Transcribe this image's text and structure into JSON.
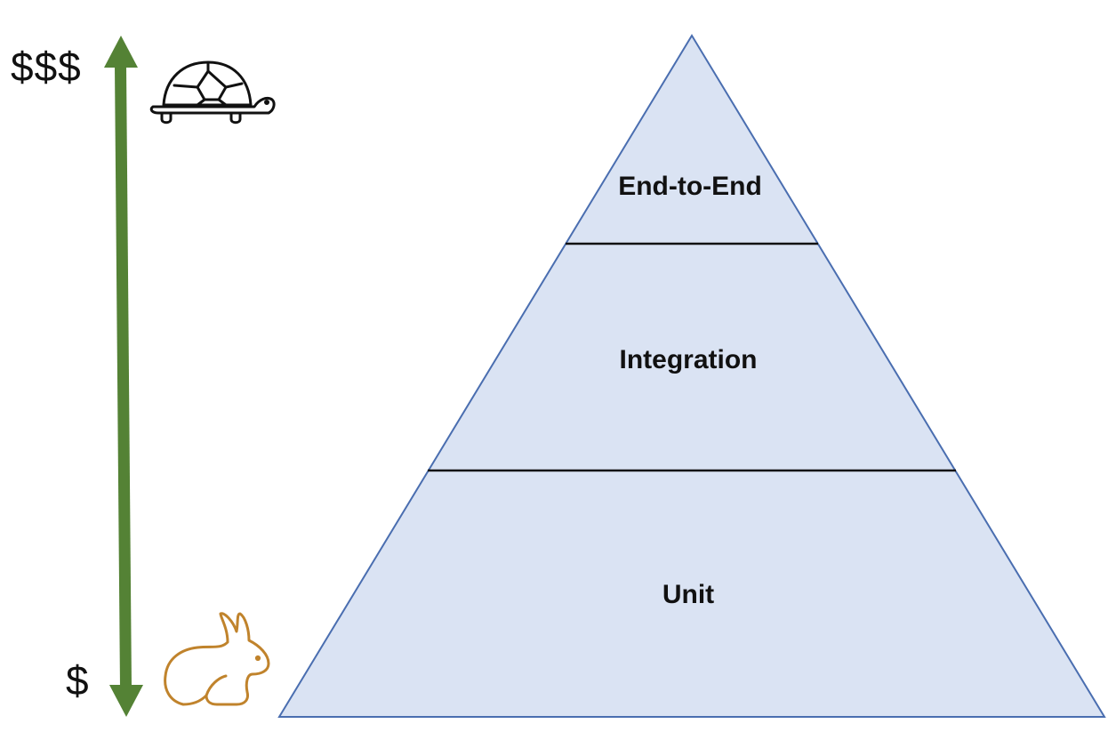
{
  "diagram": {
    "cost_scale": {
      "high_label": "$$$",
      "low_label": "$",
      "arrow_color": "#548235"
    },
    "icons": {
      "top": "turtle-icon",
      "bottom": "rabbit-icon",
      "rabbit_color": "#C0832C"
    },
    "pyramid": {
      "fill_color": "#DAE3F3",
      "outline_color": "#4A6EB0",
      "tiers": [
        {
          "label": "End-to-End"
        },
        {
          "label": "Integration"
        },
        {
          "label": "Unit"
        }
      ]
    }
  }
}
